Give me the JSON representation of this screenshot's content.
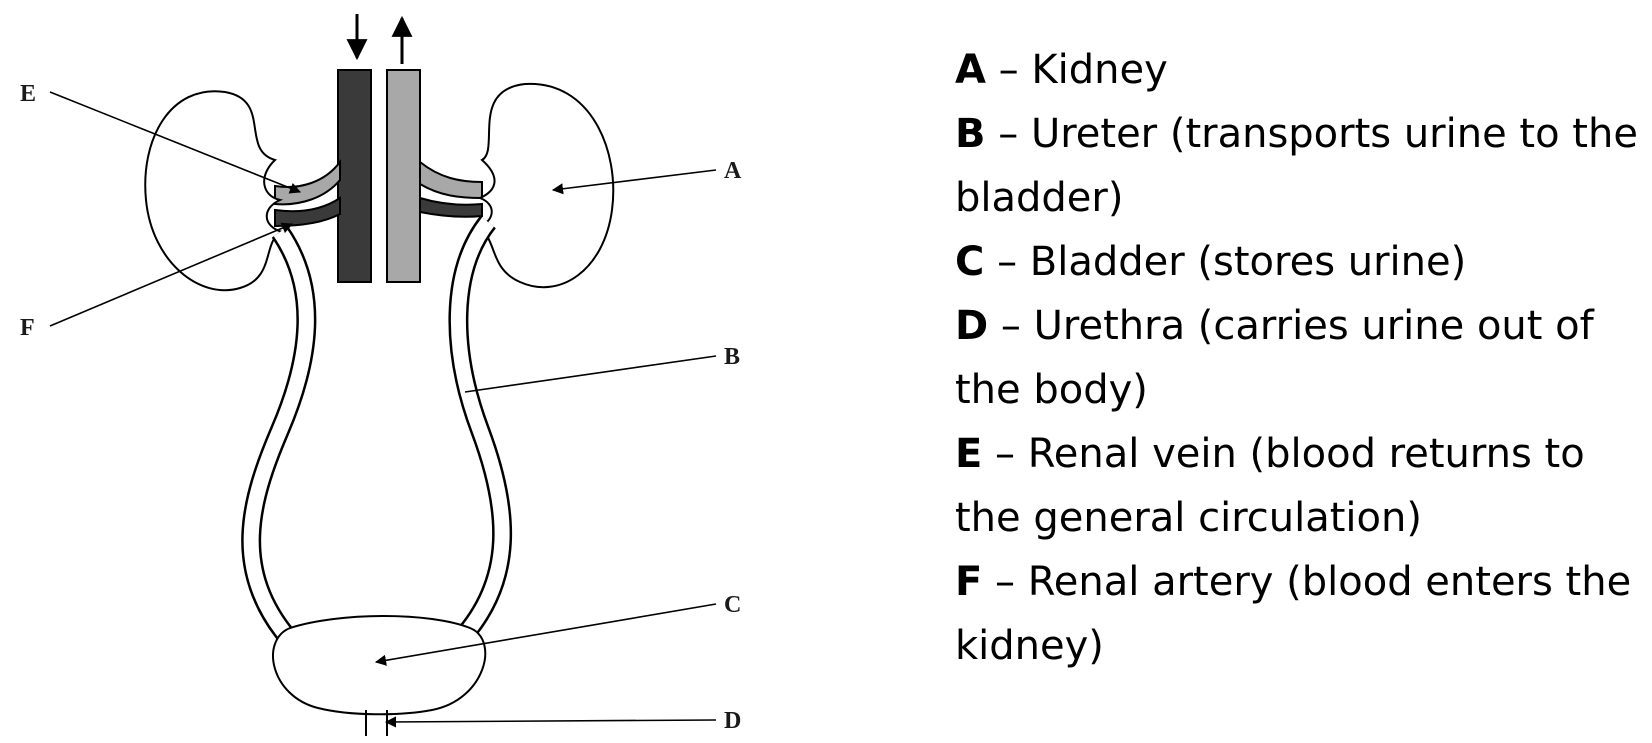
{
  "diagram": {
    "labels": {
      "a": "A",
      "b": "B",
      "c": "C",
      "d": "D",
      "e": "E",
      "f": "F"
    }
  },
  "legend": {
    "separator": "–",
    "items": [
      {
        "letter": "A",
        "text": "Kidney"
      },
      {
        "letter": "B",
        "text": "Ureter (transports urine to the bladder)"
      },
      {
        "letter": "C",
        "text": "Bladder (stores urine)"
      },
      {
        "letter": "D",
        "text": "Urethra (carries urine out of the body)"
      },
      {
        "letter": "E",
        "text": "Renal vein (blood returns to the general circulation)"
      },
      {
        "letter": "F",
        "text": "Renal artery (blood enters the kidney)"
      }
    ]
  },
  "colors": {
    "vein": "#3a3a3a",
    "artery": "#a8a8a8",
    "outline": "#000000"
  }
}
